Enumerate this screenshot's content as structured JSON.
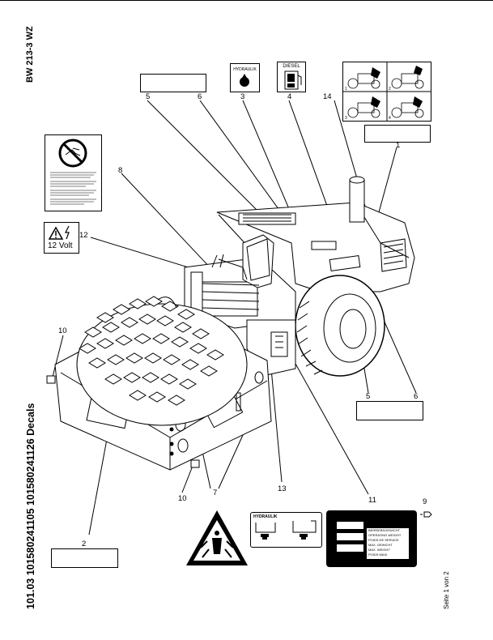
{
  "header": {
    "model": "BW 213-3 WZ"
  },
  "footer": {
    "decals_title": "101.03 101580241105 101580241126 Decals",
    "page_number": "Seite 1 von 2"
  },
  "callouts": {
    "c1": "1",
    "c2": "2",
    "c3": "3",
    "c4": "4",
    "c5a": "5",
    "c5b": "5",
    "c6a": "6",
    "c6b": "6",
    "c7": "7",
    "c8": "8",
    "c9": "9",
    "c10a": "10",
    "c10b": "10",
    "c11": "11",
    "c12": "12",
    "c13": "13",
    "c14": "14"
  },
  "decals": {
    "hydraulik": "HYDRAULIK",
    "diesel": "DIESEL",
    "volt": "12 Volt",
    "hydraulik_level": "HYDRAULIK",
    "plate_lines": [
      "BERRIEBSGEWICHT",
      "OPERATING WEIGHT",
      "POIDS DE SERVICE",
      "MAX. GEWICHT",
      "MAX. WEIGHT",
      "POIDS MAXI"
    ]
  }
}
